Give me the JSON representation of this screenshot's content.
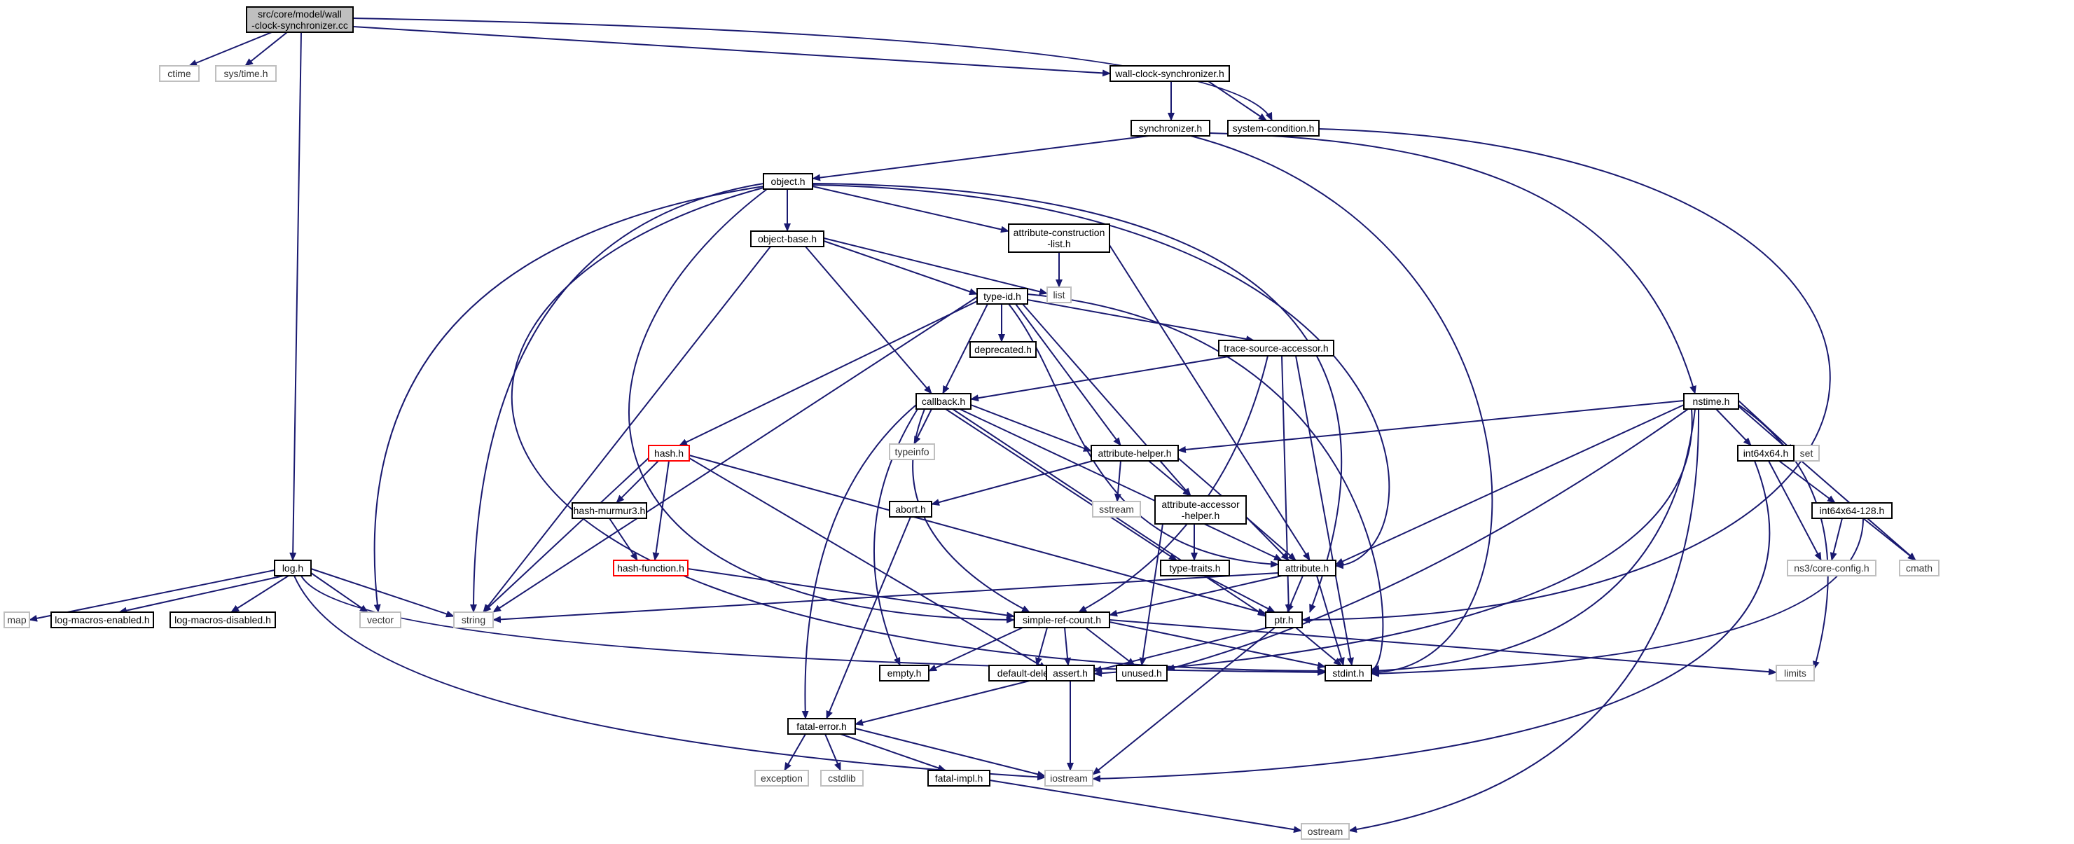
{
  "colors": {
    "edge": "#191970",
    "main_fill": "#bfbfbf",
    "external_border": "#bfbfbf",
    "undocumented_border": "#ff0000"
  },
  "nodes": {
    "wcs_cc": {
      "label": "src/core/model/wall\n-clock-synchronizer.cc",
      "kind": "main"
    },
    "ctime": {
      "label": "ctime",
      "kind": "external"
    },
    "sys_time_h": {
      "label": "sys/time.h",
      "kind": "external"
    },
    "wcs_h": {
      "label": "wall-clock-synchronizer.h",
      "kind": "normal"
    },
    "synchronizer_h": {
      "label": "synchronizer.h",
      "kind": "normal"
    },
    "system_condition_h": {
      "label": "system-condition.h",
      "kind": "normal"
    },
    "object_h": {
      "label": "object.h",
      "kind": "normal"
    },
    "object_base_h": {
      "label": "object-base.h",
      "kind": "normal"
    },
    "attribute_construction_list_h": {
      "label": "attribute-construction\n-list.h",
      "kind": "normal"
    },
    "list": {
      "label": "list",
      "kind": "external"
    },
    "type_id_h": {
      "label": "type-id.h",
      "kind": "normal"
    },
    "deprecated_h": {
      "label": "deprecated.h",
      "kind": "normal"
    },
    "trace_source_accessor_h": {
      "label": "trace-source-accessor.h",
      "kind": "normal"
    },
    "callback_h": {
      "label": "callback.h",
      "kind": "normal"
    },
    "typeinfo": {
      "label": "typeinfo",
      "kind": "external"
    },
    "hash_h": {
      "label": "hash.h",
      "kind": "undocumented"
    },
    "attribute_helper_h": {
      "label": "attribute-helper.h",
      "kind": "normal"
    },
    "sstream": {
      "label": "sstream",
      "kind": "external"
    },
    "hash_murmur3_h": {
      "label": "hash-murmur3.h",
      "kind": "normal"
    },
    "abort_h": {
      "label": "abort.h",
      "kind": "normal"
    },
    "attribute_accessor_helper_h": {
      "label": "attribute-accessor\n-helper.h",
      "kind": "normal"
    },
    "hash_function_h": {
      "label": "hash-function.h",
      "kind": "undocumented"
    },
    "type_traits_h": {
      "label": "type-traits.h",
      "kind": "normal"
    },
    "attribute_h": {
      "label": "attribute.h",
      "kind": "normal"
    },
    "log_h": {
      "label": "log.h",
      "kind": "normal"
    },
    "map": {
      "label": "map",
      "kind": "external"
    },
    "log_macros_enabled_h": {
      "label": "log-macros-enabled.h",
      "kind": "normal"
    },
    "log_macros_disabled_h": {
      "label": "log-macros-disabled.h",
      "kind": "normal"
    },
    "vector": {
      "label": "vector",
      "kind": "external"
    },
    "string": {
      "label": "string",
      "kind": "external"
    },
    "simple_ref_count_h": {
      "label": "simple-ref-count.h",
      "kind": "normal"
    },
    "ptr_h": {
      "label": "ptr.h",
      "kind": "normal"
    },
    "empty_h": {
      "label": "empty.h",
      "kind": "normal"
    },
    "default_deleter_h": {
      "label": "default-deleter.h",
      "kind": "normal"
    },
    "assert_h": {
      "label": "assert.h",
      "kind": "normal"
    },
    "unused_h": {
      "label": "unused.h",
      "kind": "normal"
    },
    "stdint_h": {
      "label": "stdint.h",
      "kind": "normal"
    },
    "limits": {
      "label": "limits",
      "kind": "external"
    },
    "fatal_error_h": {
      "label": "fatal-error.h",
      "kind": "normal"
    },
    "exception": {
      "label": "exception",
      "kind": "external"
    },
    "cstdlib": {
      "label": "cstdlib",
      "kind": "external"
    },
    "fatal_impl_h": {
      "label": "fatal-impl.h",
      "kind": "normal"
    },
    "iostream": {
      "label": "iostream",
      "kind": "external"
    },
    "ostream": {
      "label": "ostream",
      "kind": "external"
    },
    "nstime_h": {
      "label": "nstime.h",
      "kind": "normal"
    },
    "set": {
      "label": "set",
      "kind": "external"
    },
    "int64x64_h": {
      "label": "int64x64.h",
      "kind": "normal"
    },
    "int64x64_128_h": {
      "label": "int64x64-128.h",
      "kind": "normal"
    },
    "ns3_core_config_h": {
      "label": "ns3/core-config.h",
      "kind": "external"
    },
    "cmath": {
      "label": "cmath",
      "kind": "external"
    }
  },
  "edges": [
    [
      "wcs_cc",
      "ctime"
    ],
    [
      "wcs_cc",
      "sys_time_h"
    ],
    [
      "wcs_cc",
      "log_h"
    ],
    [
      "wcs_cc",
      "wcs_h"
    ],
    [
      "wcs_cc",
      "system_condition_h"
    ],
    [
      "wcs_h",
      "synchronizer_h"
    ],
    [
      "wcs_h",
      "system_condition_h"
    ],
    [
      "synchronizer_h",
      "object_h"
    ],
    [
      "synchronizer_h",
      "nstime_h"
    ],
    [
      "synchronizer_h",
      "stdint_h"
    ],
    [
      "system_condition_h",
      "ptr_h"
    ],
    [
      "object_h",
      "object_base_h"
    ],
    [
      "object_h",
      "attribute_construction_list_h"
    ],
    [
      "object_h",
      "ptr_h"
    ],
    [
      "object_h",
      "attribute_h"
    ],
    [
      "object_h",
      "simple_ref_count_h"
    ],
    [
      "object_h",
      "string"
    ],
    [
      "object_h",
      "vector"
    ],
    [
      "object_h",
      "stdint_h"
    ],
    [
      "object_base_h",
      "type_id_h"
    ],
    [
      "object_base_h",
      "callback_h"
    ],
    [
      "object_base_h",
      "string"
    ],
    [
      "object_base_h",
      "list"
    ],
    [
      "attribute_construction_list_h",
      "list"
    ],
    [
      "attribute_construction_list_h",
      "attribute_h"
    ],
    [
      "type_id_h",
      "deprecated_h"
    ],
    [
      "type_id_h",
      "trace_source_accessor_h"
    ],
    [
      "type_id_h",
      "callback_h"
    ],
    [
      "type_id_h",
      "hash_h"
    ],
    [
      "type_id_h",
      "attribute_helper_h"
    ],
    [
      "type_id_h",
      "attribute_accessor_helper_h"
    ],
    [
      "type_id_h",
      "attribute_h"
    ],
    [
      "type_id_h",
      "string"
    ],
    [
      "type_id_h",
      "stdint_h"
    ],
    [
      "trace_source_accessor_h",
      "callback_h"
    ],
    [
      "trace_source_accessor_h",
      "simple_ref_count_h"
    ],
    [
      "trace_source_accessor_h",
      "ptr_h"
    ],
    [
      "trace_source_accessor_h",
      "stdint_h"
    ],
    [
      "callback_h",
      "typeinfo"
    ],
    [
      "callback_h",
      "attribute_helper_h"
    ],
    [
      "callback_h",
      "attribute_h"
    ],
    [
      "callback_h",
      "ptr_h"
    ],
    [
      "callback_h",
      "simple_ref_count_h"
    ],
    [
      "callback_h",
      "fatal_error_h"
    ],
    [
      "callback_h",
      "empty_h"
    ],
    [
      "callback_h",
      "type_traits_h"
    ],
    [
      "hash_h",
      "hash_murmur3_h"
    ],
    [
      "hash_h",
      "hash_function_h"
    ],
    [
      "hash_h",
      "string"
    ],
    [
      "hash_h",
      "assert_h"
    ],
    [
      "hash_h",
      "ptr_h"
    ],
    [
      "hash_murmur3_h",
      "hash_function_h"
    ],
    [
      "hash_function_h",
      "simple_ref_count_h"
    ],
    [
      "attribute_helper_h",
      "sstream"
    ],
    [
      "attribute_helper_h",
      "abort_h"
    ],
    [
      "attribute_helper_h",
      "attribute_accessor_helper_h"
    ],
    [
      "attribute_helper_h",
      "attribute_h"
    ],
    [
      "abort_h",
      "fatal_error_h"
    ],
    [
      "attribute_accessor_helper_h",
      "type_traits_h"
    ],
    [
      "attribute_accessor_helper_h",
      "attribute_h"
    ],
    [
      "attribute_accessor_helper_h",
      "unused_h"
    ],
    [
      "type_traits_h",
      "ptr_h"
    ],
    [
      "attribute_h",
      "string"
    ],
    [
      "attribute_h",
      "ptr_h"
    ],
    [
      "attribute_h",
      "simple_ref_count_h"
    ],
    [
      "attribute_h",
      "stdint_h"
    ],
    [
      "log_h",
      "map"
    ],
    [
      "log_h",
      "log_macros_enabled_h"
    ],
    [
      "log_h",
      "log_macros_disabled_h"
    ],
    [
      "log_h",
      "vector"
    ],
    [
      "log_h",
      "string"
    ],
    [
      "log_h",
      "iostream"
    ],
    [
      "log_h",
      "stdint_h"
    ],
    [
      "simple_ref_count_h",
      "empty_h"
    ],
    [
      "simple_ref_count_h",
      "default_deleter_h"
    ],
    [
      "simple_ref_count_h",
      "assert_h"
    ],
    [
      "simple_ref_count_h",
      "unused_h"
    ],
    [
      "simple_ref_count_h",
      "stdint_h"
    ],
    [
      "simple_ref_count_h",
      "limits"
    ],
    [
      "ptr_h",
      "assert_h"
    ],
    [
      "ptr_h",
      "iostream"
    ],
    [
      "ptr_h",
      "stdint_h"
    ],
    [
      "assert_h",
      "fatal_error_h"
    ],
    [
      "assert_h",
      "iostream"
    ],
    [
      "fatal_error_h",
      "exception"
    ],
    [
      "fatal_error_h",
      "cstdlib"
    ],
    [
      "fatal_error_h",
      "fatal_impl_h"
    ],
    [
      "fatal_error_h",
      "iostream"
    ],
    [
      "fatal_impl_h",
      "ostream"
    ],
    [
      "nstime_h",
      "set"
    ],
    [
      "nstime_h",
      "int64x64_h"
    ],
    [
      "nstime_h",
      "attribute_helper_h"
    ],
    [
      "nstime_h",
      "attribute_h"
    ],
    [
      "nstime_h",
      "stdint_h"
    ],
    [
      "nstime_h",
      "limits"
    ],
    [
      "nstime_h",
      "cmath"
    ],
    [
      "nstime_h",
      "ostream"
    ],
    [
      "nstime_h",
      "unused_h"
    ],
    [
      "nstime_h",
      "assert_h"
    ],
    [
      "int64x64_h",
      "int64x64_128_h"
    ],
    [
      "int64x64_h",
      "ns3_core_config_h"
    ],
    [
      "int64x64_h",
      "iostream"
    ],
    [
      "int64x64_128_h",
      "ns3_core_config_h"
    ],
    [
      "int64x64_128_h",
      "cmath"
    ],
    [
      "int64x64_128_h",
      "stdint_h"
    ]
  ]
}
